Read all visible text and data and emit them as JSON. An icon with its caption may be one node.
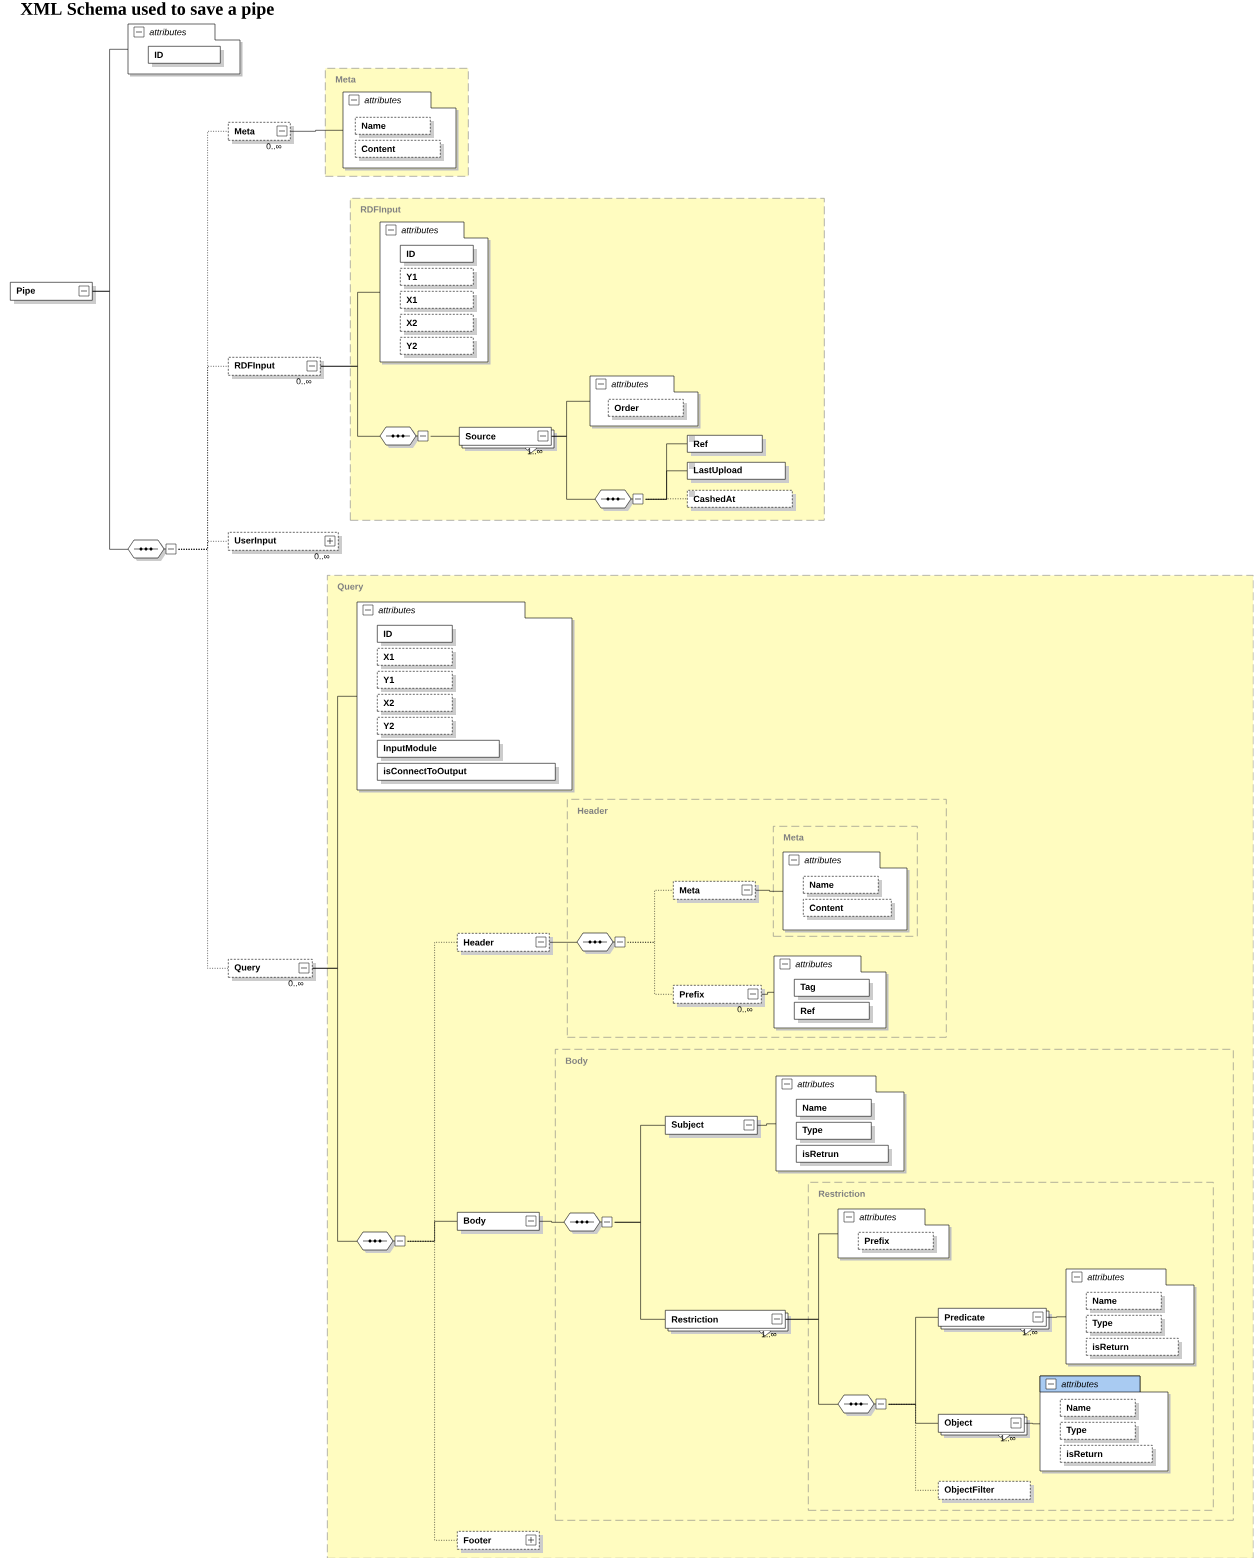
{
  "diagram": {
    "title": "XML Schema used to save a pipe",
    "nodes": [
      {
        "text": [
          "Pipe"
        ]
      },
      {
        "text": [
          "attributes"
        ]
      },
      {
        "text": [
          "ID"
        ],
        "in": 1
      },
      {
        "text": [],
        "shape": "octagon"
      },
      {
        "text": [
          "Meta"
        ],
        "beside": [
          "0..∞"
        ]
      },
      {
        "text": [
          "Meta"
        ]
      },
      {
        "text": [
          "attributes"
        ],
        "in": 5
      },
      {
        "text": [
          "Name"
        ],
        "in": 6
      },
      {
        "text": [
          "Content"
        ],
        "in": 6
      },
      {
        "text": [
          "RDFInput"
        ],
        "beside": [
          "0..∞"
        ]
      },
      {
        "text": [
          "RDFInput"
        ]
      },
      {
        "text": [
          "attributes"
        ],
        "in": 10
      },
      {
        "text": [
          "ID"
        ],
        "in": 11
      },
      {
        "text": [
          "Y1"
        ],
        "in": 11
      },
      {
        "text": [
          "X1"
        ],
        "in": 11
      },
      {
        "text": [
          "X2"
        ],
        "in": 11
      },
      {
        "text": [
          "Y2"
        ],
        "in": 11
      },
      {
        "text": [],
        "shape": "octagon",
        "in": 10
      },
      {
        "text": [
          "Source"
        ],
        "beside": [
          "1..∞"
        ],
        "in": 10
      },
      {
        "text": [
          "attributes"
        ],
        "in": 10
      },
      {
        "text": [
          "Order"
        ],
        "in": 19
      },
      {
        "text": [],
        "shape": "octagon",
        "in": 10
      },
      {
        "text": [
          "Ref"
        ],
        "in": 10
      },
      {
        "text": [
          "LastUpload"
        ],
        "in": 10
      },
      {
        "text": [
          "CashedAt"
        ],
        "in": 10
      },
      {
        "text": [
          "UserInput"
        ],
        "beside": [
          "0..∞"
        ]
      },
      {
        "text": [
          "Query"
        ],
        "beside": [
          "0..∞"
        ]
      },
      {
        "text": [
          "Query"
        ]
      },
      {
        "text": [
          "attributes"
        ],
        "in": 27
      },
      {
        "text": [
          "ID"
        ],
        "in": 28
      },
      {
        "text": [
          "X1"
        ],
        "in": 28
      },
      {
        "text": [
          "Y1"
        ],
        "in": 28
      },
      {
        "text": [
          "X2"
        ],
        "in": 28
      },
      {
        "text": [
          "Y2"
        ],
        "in": 28
      },
      {
        "text": [
          "InputModule"
        ],
        "in": 28
      },
      {
        "text": [
          "isConnectToOutput"
        ],
        "in": 28
      },
      {
        "text": [],
        "shape": "octagon",
        "in": 27
      },
      {
        "text": [
          "Header"
        ],
        "in": 27
      },
      {
        "text": [
          "Header"
        ],
        "in": 27
      },
      {
        "text": [],
        "shape": "octagon",
        "in": 38
      },
      {
        "text": [
          "Meta"
        ],
        "in": 38
      },
      {
        "text": [
          "Meta"
        ],
        "in": 38
      },
      {
        "text": [
          "attributes"
        ],
        "in": 41
      },
      {
        "text": [
          "Name"
        ],
        "in": 42
      },
      {
        "text": [
          "Content"
        ],
        "in": 42
      },
      {
        "text": [
          "Prefix"
        ],
        "beside": [
          "0..∞"
        ],
        "in": 38
      },
      {
        "text": [
          "attributes"
        ],
        "in": 38
      },
      {
        "text": [
          "Tag"
        ],
        "in": 46
      },
      {
        "text": [
          "Ref"
        ],
        "in": 46
      },
      {
        "text": [
          "Body"
        ],
        "in": 27
      },
      {
        "text": [
          "Body"
        ],
        "in": 27
      },
      {
        "text": [],
        "shape": "octagon",
        "in": 50
      },
      {
        "text": [
          "Subject"
        ],
        "in": 50
      },
      {
        "text": [
          "attributes"
        ],
        "in": 50
      },
      {
        "text": [
          "Name"
        ],
        "in": 53
      },
      {
        "text": [
          "Type"
        ],
        "in": 53
      },
      {
        "text": [
          "isRetrun"
        ],
        "in": 53
      },
      {
        "text": [
          "Restriction"
        ],
        "beside": [
          "1..∞"
        ],
        "in": 50
      },
      {
        "text": [
          "Restriction"
        ],
        "in": 50
      },
      {
        "text": [
          "attributes"
        ],
        "in": 58
      },
      {
        "text": [
          "Prefix"
        ],
        "in": 59
      },
      {
        "text": [],
        "shape": "octagon",
        "in": 58
      },
      {
        "text": [
          "Predicate"
        ],
        "beside": [
          "1..∞"
        ],
        "in": 58
      },
      {
        "text": [
          "attributes"
        ],
        "in": 58
      },
      {
        "text": [
          "Name"
        ],
        "in": 63
      },
      {
        "text": [
          "Type"
        ],
        "in": 63
      },
      {
        "text": [
          "isReturn"
        ],
        "in": 63
      },
      {
        "text": [
          "Object"
        ],
        "beside": [
          "1..∞"
        ],
        "in": 58
      },
      {
        "text": [
          "attributes"
        ],
        "in": 58
      },
      {
        "text": [
          "Name"
        ],
        "in": 68
      },
      {
        "text": [
          "Type"
        ],
        "in": 68
      },
      {
        "text": [
          "isReturn"
        ],
        "in": 68
      },
      {
        "text": [
          "ObjectFilter"
        ],
        "in": 58
      },
      {
        "text": [
          "Footer"
        ],
        "in": 27
      }
    ],
    "edges": [
      {
        "from": 0,
        "to": 1,
        "arrow": "none"
      },
      {
        "from": 0,
        "to": 3,
        "arrow": "none"
      },
      {
        "from": 3,
        "to": 4,
        "arrow": "none",
        "style": "dashed"
      },
      {
        "from": 3,
        "to": 9,
        "arrow": "none",
        "style": "dashed"
      },
      {
        "from": 3,
        "to": 25,
        "arrow": "none",
        "style": "dashed"
      },
      {
        "from": 3,
        "to": 26,
        "arrow": "none",
        "style": "dashed"
      },
      {
        "from": 4,
        "to": 6,
        "arrow": "none"
      },
      {
        "from": 9,
        "to": 11,
        "arrow": "none"
      },
      {
        "from": 9,
        "to": 17,
        "arrow": "none"
      },
      {
        "from": 17,
        "to": 18,
        "arrow": "none"
      },
      {
        "from": 18,
        "to": 19,
        "arrow": "none"
      },
      {
        "from": 18,
        "to": 21,
        "arrow": "none"
      },
      {
        "from": 21,
        "to": 22,
        "arrow": "none"
      },
      {
        "from": 21,
        "to": 23,
        "arrow": "none"
      },
      {
        "from": 21,
        "to": 24,
        "arrow": "none",
        "style": "dashed"
      },
      {
        "from": 26,
        "to": 28,
        "arrow": "none"
      },
      {
        "from": 26,
        "to": 36,
        "arrow": "none"
      },
      {
        "from": 36,
        "to": 37,
        "arrow": "none",
        "style": "dashed"
      },
      {
        "from": 36,
        "to": 49,
        "arrow": "none"
      },
      {
        "from": 36,
        "to": 73,
        "arrow": "none",
        "style": "dashed"
      },
      {
        "from": 37,
        "to": 39,
        "arrow": "none"
      },
      {
        "from": 39,
        "to": 40,
        "arrow": "none",
        "style": "dashed"
      },
      {
        "from": 39,
        "to": 45,
        "arrow": "none",
        "style": "dashed"
      },
      {
        "from": 40,
        "to": 42,
        "arrow": "none"
      },
      {
        "from": 45,
        "to": 46,
        "arrow": "none"
      },
      {
        "from": 49,
        "to": 51,
        "arrow": "none"
      },
      {
        "from": 51,
        "to": 52,
        "arrow": "none"
      },
      {
        "from": 51,
        "to": 57,
        "arrow": "none"
      },
      {
        "from": 52,
        "to": 53,
        "arrow": "none"
      },
      {
        "from": 57,
        "to": 59,
        "arrow": "none"
      },
      {
        "from": 57,
        "to": 61,
        "arrow": "none"
      },
      {
        "from": 61,
        "to": 62,
        "arrow": "none"
      },
      {
        "from": 61,
        "to": 67,
        "arrow": "none"
      },
      {
        "from": 61,
        "to": 72,
        "arrow": "none",
        "style": "dashed"
      },
      {
        "from": 62,
        "to": 63,
        "arrow": "none"
      },
      {
        "from": 67,
        "to": 68,
        "arrow": "none"
      }
    ]
  }
}
